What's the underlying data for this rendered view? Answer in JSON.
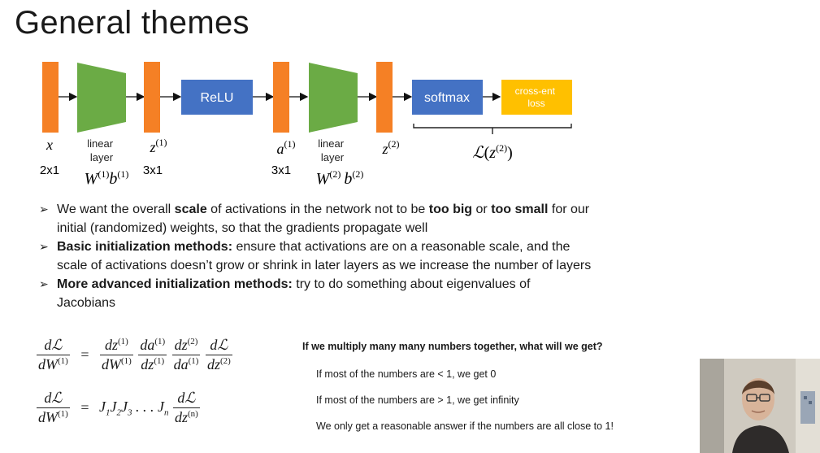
{
  "slide": {
    "title": "General themes"
  },
  "diagram": {
    "x_label": "x",
    "x_dim": "2x1",
    "linear1_label": "linear\nlayer",
    "linear1_params": "W(1)b(1)",
    "z1_label": "z(1)",
    "z1_dim": "3x1",
    "relu_label": "ReLU",
    "a1_label": "a(1)",
    "a1_dim": "3x1",
    "linear2_label": "linear\nlayer",
    "linear2_params": "W(2) b(2)",
    "z2_label": "z(2)",
    "softmax_label": "softmax",
    "loss_label": "cross-ent\nloss",
    "loss_expr": "L(z(2))",
    "colors": {
      "orange": "#f58025",
      "green": "#6bab45",
      "blue": "#4472c4",
      "gold": "#ffc000"
    }
  },
  "bullets": {
    "b1_pre": "We want the overall ",
    "b1_bold1": "scale",
    "b1_mid1": " of activations in the network not to be ",
    "b1_bold2": "too big",
    "b1_mid2": " or ",
    "b1_bold3": "too small",
    "b1_post": " for our initial (randomized) weights, so that the gradients propagate well",
    "b2_bold": "Basic initialization methods:",
    "b2_post": " ensure that activations are on a reasonable scale, and the scale of activations doesn’t grow or shrink in later layers as we increase the number of layers",
    "b3_bold": "More advanced initialization methods:",
    "b3_post": " try to do something about eigenvalues of Jacobians"
  },
  "equations": {
    "eq1": "dL/dW(1) = dz(1)/dW(1) · da(1)/dz(1) · dz(2)/da(1) · dL/dz(2)",
    "eq2": "dL/dW(1) = J1 J2 J3 ... Jn dL/dz(n)"
  },
  "notes": {
    "question": "If we multiply many many numbers together, what will we get?",
    "line1": "If most of the numbers are < 1, we get 0",
    "line2": "If most of the numbers are > 1, we get infinity",
    "line3": "We only get a reasonable answer if the numbers are all close to 1!"
  },
  "webcam": {
    "icon": "presenter-video"
  }
}
